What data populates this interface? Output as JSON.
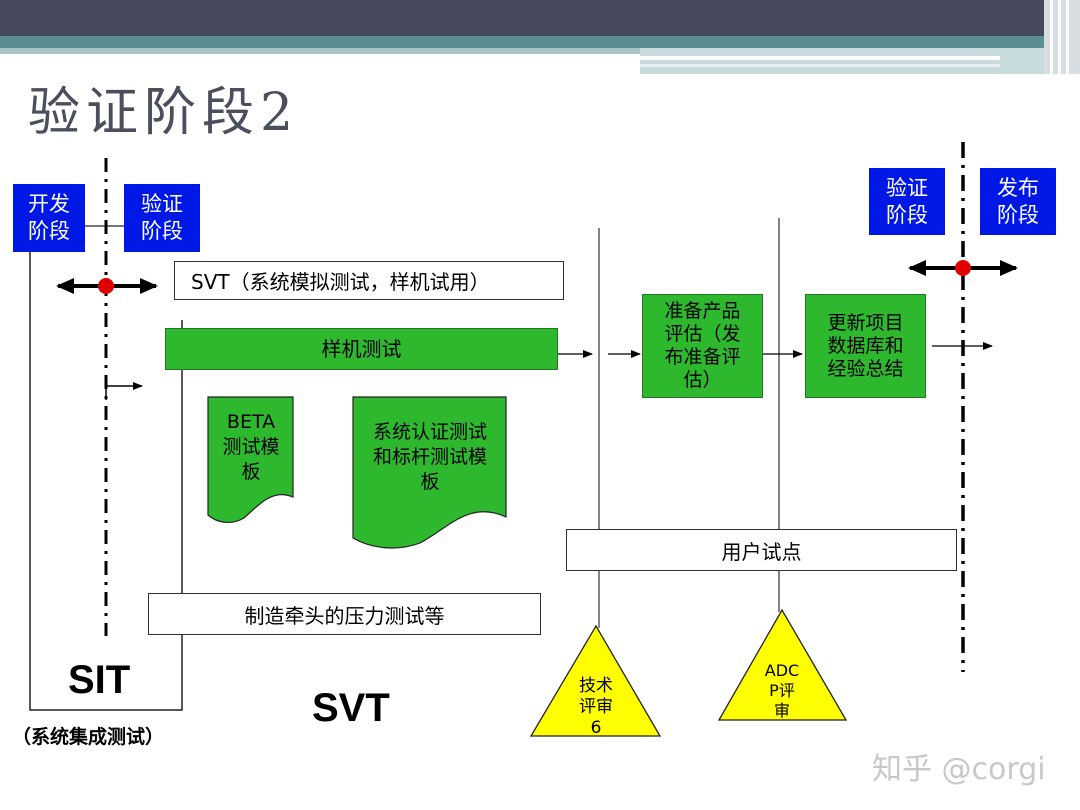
{
  "slide": {
    "title": "验证阶段2",
    "phase_boxes": {
      "dev": "开发\n阶段",
      "verify_left": "验证\n阶段",
      "verify_right": "验证\n阶段",
      "release": "发布\n阶段"
    },
    "bars": {
      "svt": "SVT（系统模拟测试，样机试用）",
      "prototype": "样机测试",
      "user_pilot": "用户试点",
      "stress": "制造牵头的压力测试等"
    },
    "documents": {
      "beta": "BETA\n测试模\n板",
      "cert": "系统认证测试\n和标杆测试模\n板"
    },
    "process_boxes": {
      "prepare": "准备产品\n评估（发\n布准备评\n估）",
      "update": "更新项目\n数据库和\n经验总结"
    },
    "triangles": {
      "tech_review": "技术\n评审\n6",
      "adcp_review": "ADC\nP评\n审"
    },
    "labels": {
      "sit": "SIT",
      "sit_note": "（系统集成测试）",
      "svt": "SVT"
    },
    "watermark": "知乎 @corgi"
  },
  "colors": {
    "blue": "#0018e6",
    "green": "#2eb82e",
    "yellow": "#ffff00",
    "red": "#e00000"
  }
}
